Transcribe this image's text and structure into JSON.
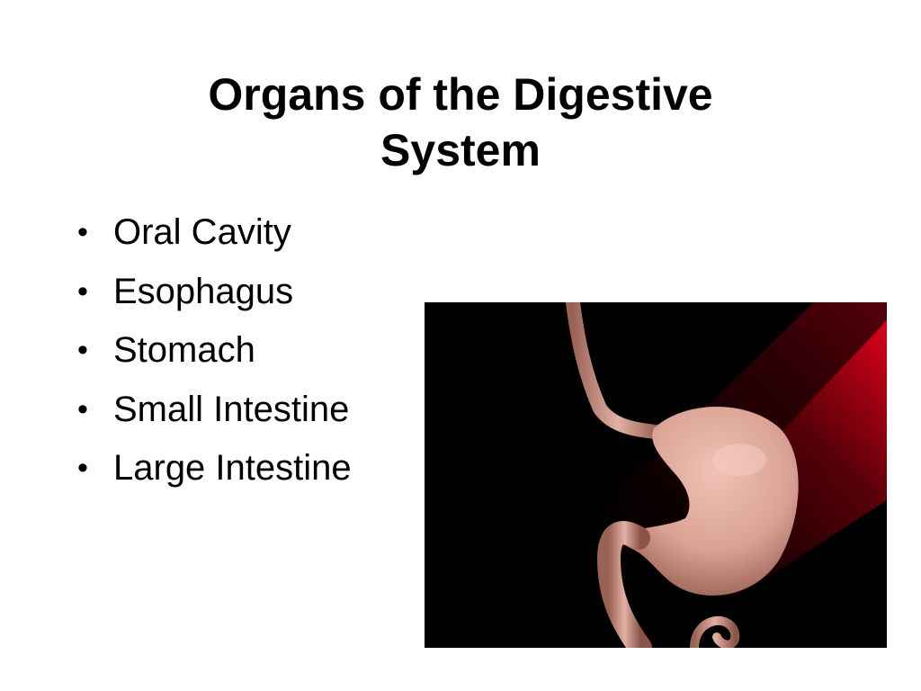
{
  "slide": {
    "title_lines": [
      "Organs of the Digestive",
      "System"
    ],
    "bullet_glyph": "•",
    "bullets": [
      "Oral Cavity",
      "Esophagus",
      "Stomach",
      "Small Intestine",
      "Large Intestine"
    ]
  },
  "illustration": {
    "subject": "stomach-and-esophagus",
    "colors": {
      "background": "#000000",
      "glow": "#e8001a",
      "tissue": "#d9a193",
      "tissue_shadow": "#8a5448"
    }
  }
}
